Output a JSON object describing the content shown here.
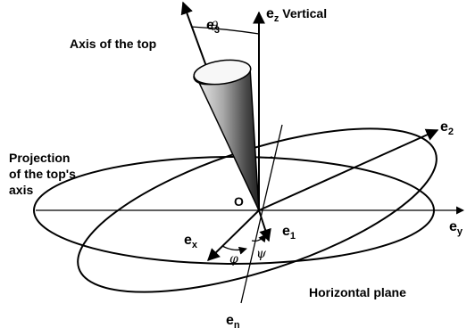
{
  "vectors": {
    "e_z": {
      "base": "e",
      "sub": "z",
      "suffix": " Vertical"
    },
    "e_3": {
      "base": "e",
      "sub": "3"
    },
    "e_2": {
      "base": "e",
      "sub": "2"
    },
    "e_1": {
      "base": "e",
      "sub": "1"
    },
    "e_x": {
      "base": "e",
      "sub": "x"
    },
    "e_y": {
      "base": "e",
      "sub": "y"
    },
    "e_n": {
      "base": "e",
      "sub": "n"
    }
  },
  "labels": {
    "axis_of_top": "Axis of the top",
    "projection": [
      "Projection",
      "of the top's",
      "axis"
    ],
    "origin": "O",
    "horizontal_plane": "Horizontal plane"
  },
  "angles": {
    "theta": "θ",
    "phi": "φ",
    "psi": "ψ"
  }
}
